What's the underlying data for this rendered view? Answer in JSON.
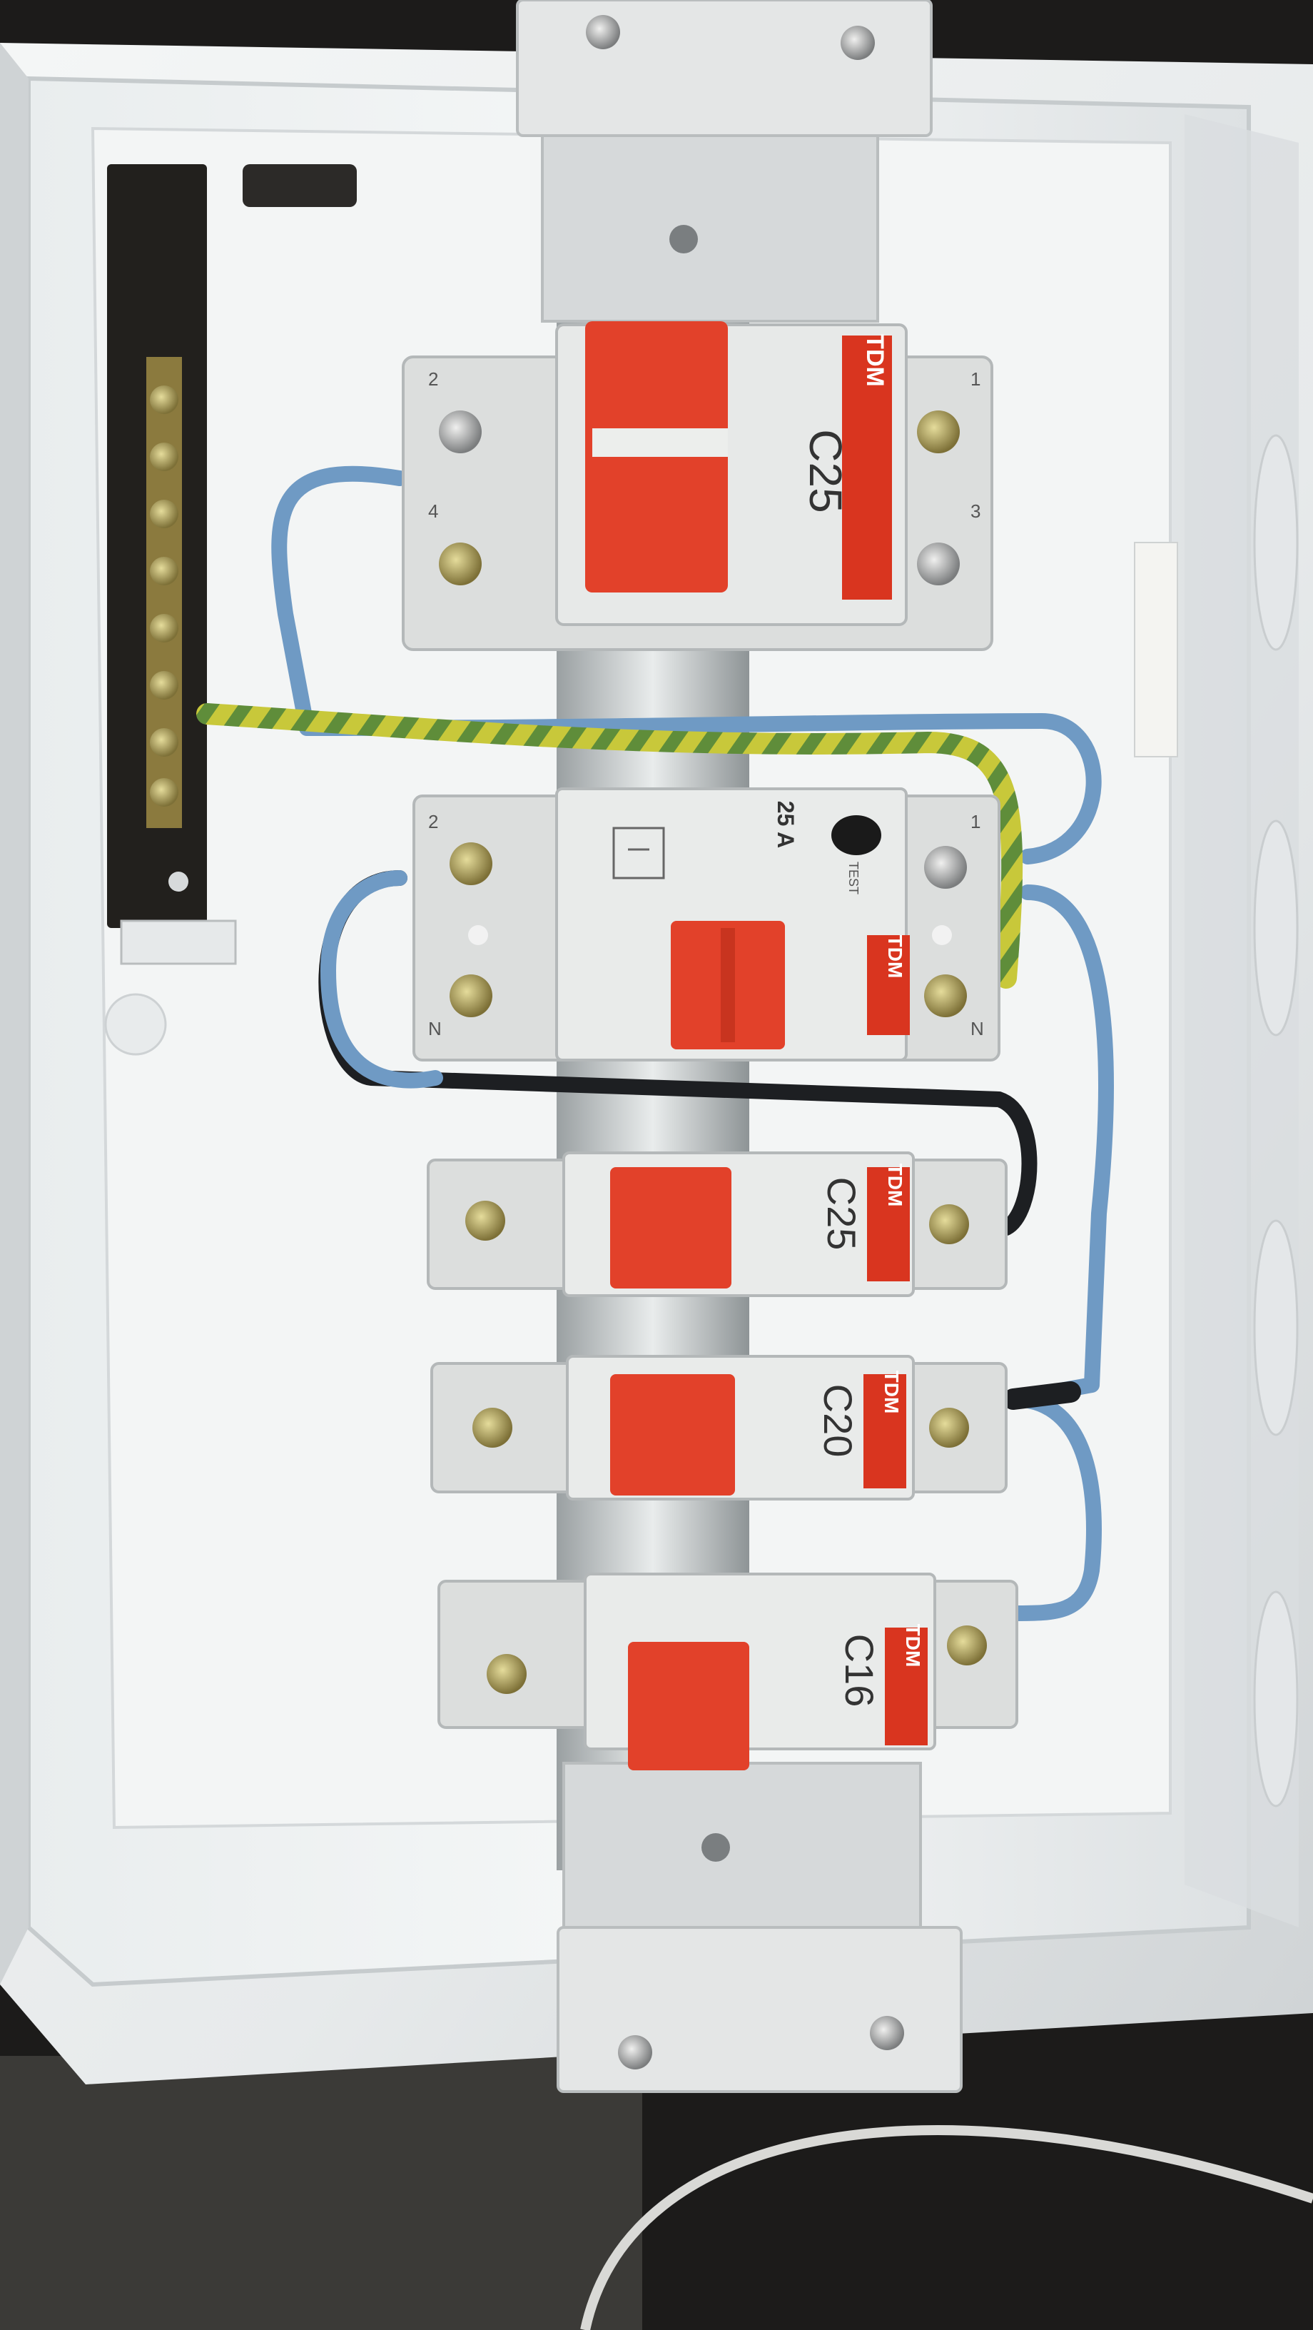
{
  "labels": {
    "brand": "TDM",
    "breaker_top": "C25",
    "rcd_rating": "25 A",
    "rcd_test": "TEST",
    "breaker_2": "C25",
    "breaker_3": "C20",
    "breaker_4": "C16",
    "terminal_1": "1",
    "terminal_2": "2",
    "terminal_3": "3",
    "terminal_4": "4",
    "terminal_n": "N"
  },
  "colors": {
    "enclosure": "#eceeef",
    "breaker_body": "#dcdedd",
    "toggle": "#e2412a",
    "brand_red": "#d9351f",
    "wire_blue": "#6f9ac4",
    "wire_black": "#1d1f22",
    "wire_earth_yellow": "#c8c83a",
    "wire_earth_green": "#5f8d3a",
    "busbar": "#22201d",
    "brass": "#b7a15a"
  }
}
